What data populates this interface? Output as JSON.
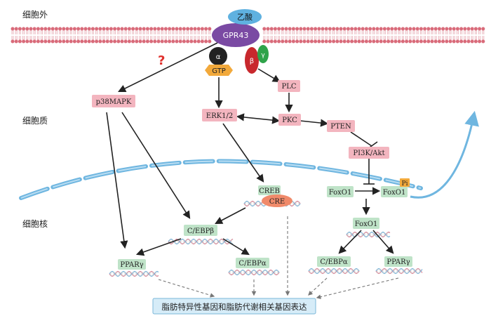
{
  "regions": {
    "extracellular": "细胞外",
    "cytoplasm": "细胞质",
    "nucleus": "细胞核"
  },
  "ligand": "乙酸",
  "receptor": "GPR43",
  "g_protein": {
    "alpha": "α",
    "beta": "β",
    "gamma": "γ",
    "gtp": "GTP"
  },
  "question_mark": "?",
  "nodes": {
    "p38mapk": "p38MAPK",
    "erk": "ERK1/2",
    "plc": "PLC",
    "pkc": "PKC",
    "pten": "PTEN",
    "pi3k": "PI3K/Akt",
    "creb": "CREB",
    "cre": "CRE",
    "foxo1_left": "FoxO1",
    "foxo1_right": "FoxO1",
    "pi": "Pi",
    "foxo1_nuc": "FoxO1",
    "cebpb": "C/EBPβ",
    "ppar_left": "PPARγ",
    "cebpa_mid": "C/EBPα",
    "cebpa_right": "C/EBPα",
    "ppar_right": "PPARγ"
  },
  "output": "脂肪特异性基因和脂肪代谢相关基因表达",
  "colors": {
    "membrane_head": "#d96b7a",
    "membrane_tail": "#e9b6bd",
    "receptor": "#7a4aa3",
    "ligand": "#5fb1e0",
    "alpha": "#222222",
    "beta": "#c8282d",
    "gamma": "#2fa34a",
    "gtp": "#f2a93b",
    "pink_box": "#f3b5bf",
    "green_box": "#bfe3c8",
    "cre": "#f08a6a",
    "nuclear_membrane": "#6fb6e0",
    "arrow": "#222222",
    "dashed": "#777777",
    "output_box": "#d6ecf8",
    "question": "#e0322e"
  }
}
